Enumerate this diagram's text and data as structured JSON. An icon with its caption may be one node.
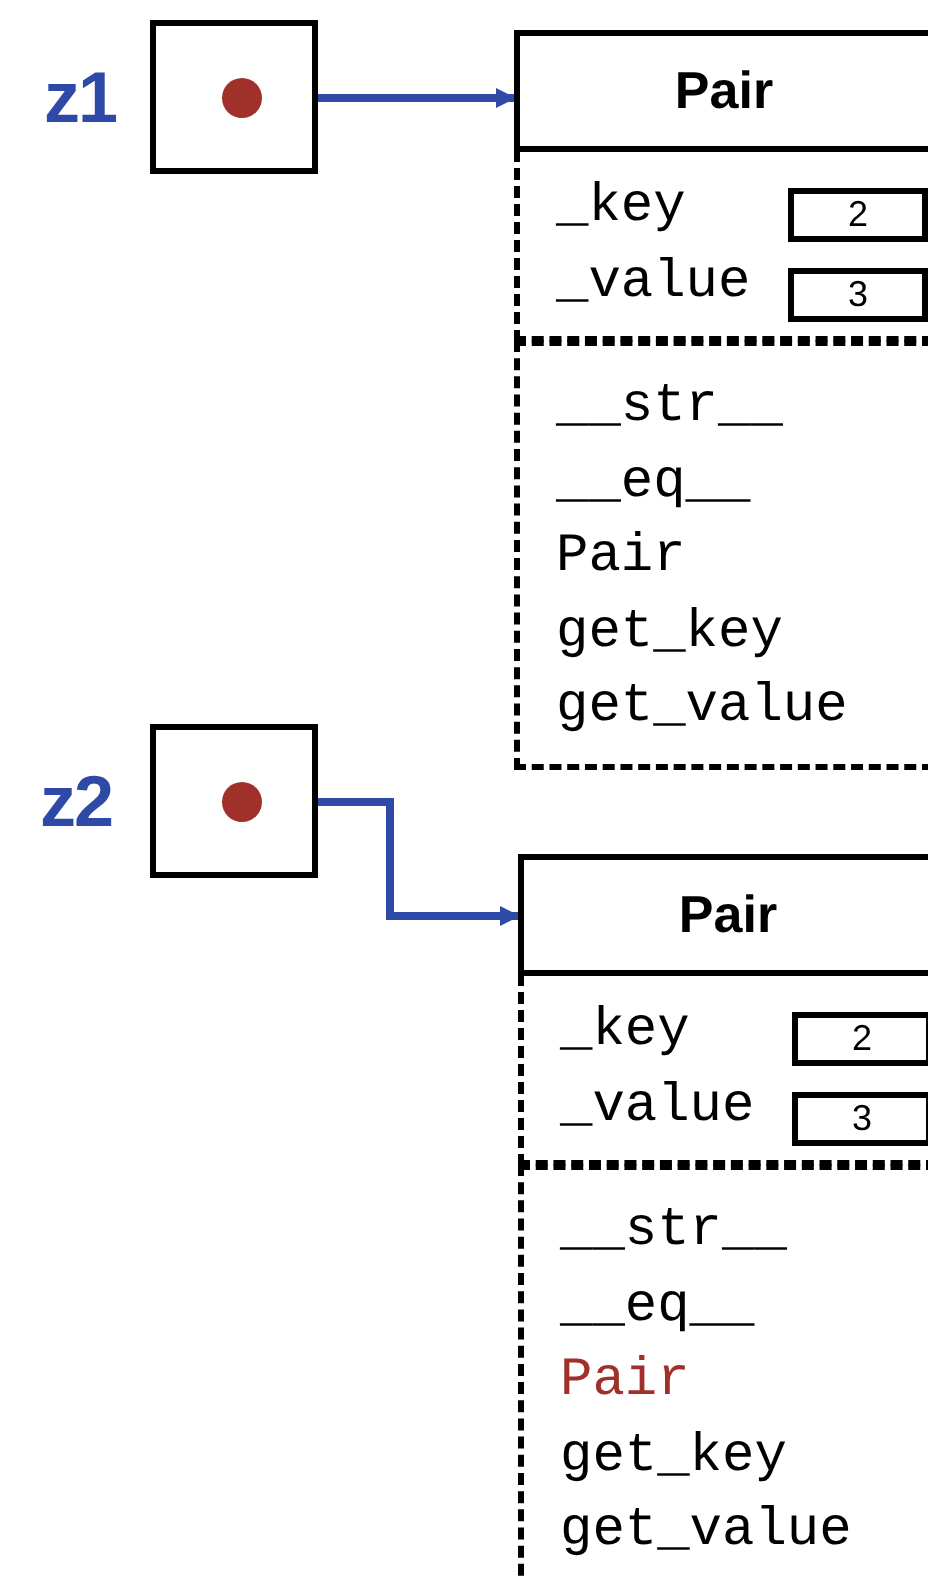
{
  "diagram": {
    "nodes": [
      {
        "text": [],
        "shape": "box",
        "beside": [
          "z1"
        ]
      },
      {
        "text": [],
        "shape": "circle",
        "in": 0
      },
      {
        "text": [
          "Pair"
        ]
      },
      {
        "text": [
          "_key",
          "_value"
        ],
        "in": 2
      },
      {
        "text": [
          "2"
        ],
        "in": 3
      },
      {
        "text": [
          "3"
        ],
        "in": 3
      },
      {
        "text": [
          "__str__",
          "__eq__",
          "Pair",
          "get_key",
          "get_value"
        ],
        "in": 2
      },
      {
        "text": [],
        "shape": "box",
        "beside": [
          "z2"
        ]
      },
      {
        "text": [],
        "shape": "circle",
        "in": 7
      },
      {
        "text": [
          "Pair"
        ]
      },
      {
        "text": [
          "_key",
          "_value"
        ],
        "in": 9
      },
      {
        "text": [
          "2"
        ],
        "in": 10
      },
      {
        "text": [
          "3"
        ],
        "in": 10
      },
      {
        "text": [
          "__str__",
          "__eq__",
          "Pair",
          "get_key",
          "get_value"
        ],
        "in": 9
      }
    ],
    "edges": [
      {
        "from": 1,
        "to": 2,
        "arrow": "to"
      },
      {
        "from": 8,
        "to": 9,
        "arrow": "to"
      }
    ]
  }
}
